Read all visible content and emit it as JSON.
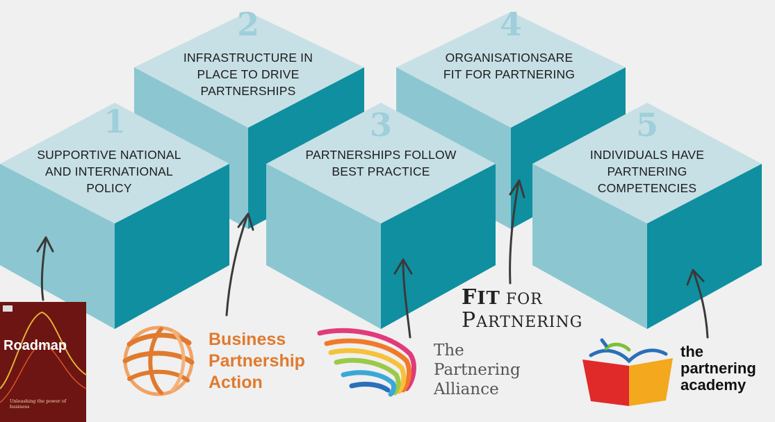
{
  "diagram": {
    "colors": {
      "top": "#c7e0e5",
      "left": "#8cc7d1",
      "right": "#0f8fa0",
      "number": "#9ecfda",
      "arrow": "#3a3a3a",
      "bpa": "#e07a2e",
      "roadmap_bg": "#6d1512"
    },
    "blocks": [
      {
        "number": "1",
        "label": "SUPPORTIVE NATIONAL AND INTERNATIONAL POLICY"
      },
      {
        "number": "2",
        "label": "INFRASTRUCTURE IN PLACE TO DRIVE PARTNERSHIPS"
      },
      {
        "number": "3",
        "label": "PARTNERSHIPS FOLLOW BEST PRACTICE"
      },
      {
        "number": "4",
        "label": "ORGANISATIONSARE FIT FOR PARTNERING"
      },
      {
        "number": "5",
        "label": "INDIVIDUALS HAVE PARTNERING COMPETENCIES"
      }
    ],
    "logos": {
      "roadmap": {
        "title": "Roadmap",
        "subtitle": "Unleashing the power of business"
      },
      "bpa": {
        "line1": "Business",
        "line2": "Partnership",
        "line3": "Action"
      },
      "fit": {
        "line1_big": "F",
        "line1_rest": "IT",
        "line1_small": " FOR",
        "line2_big": "P",
        "line2_rest": "ARTNERING"
      },
      "tpa": {
        "line1": "The",
        "line2": "Partnering",
        "line3": "Alliance"
      },
      "academy": {
        "line1": "the",
        "line2": "partnering",
        "line3": "academy"
      }
    }
  }
}
